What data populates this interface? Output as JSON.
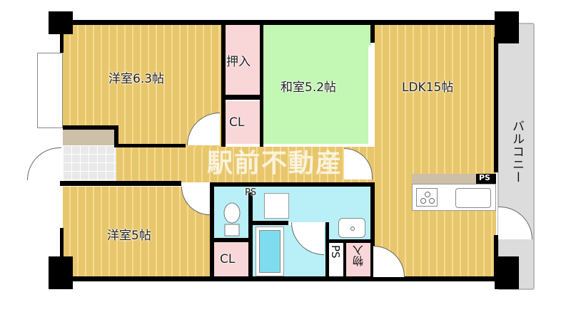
{
  "floorplan": {
    "rooms": {
      "western_room_1": "洋室6.3帖",
      "japanese_room": "和室5.2帖",
      "ldk": "LDK15帖",
      "western_room_2": "洋室5帖",
      "balcony": "バルコニー"
    },
    "storage": {
      "oshiire": "押入",
      "closet_1": "CL",
      "closet_2": "CL",
      "monoire": "物入"
    },
    "utility": {
      "ps_1": "PS",
      "ps_2": "PS",
      "ps_3": "PS"
    },
    "watermark": "駅前不動産",
    "colors": {
      "wood_floor": "#e8c66c",
      "tatami": "#c2f7b4",
      "storage": "#f9d6d8",
      "wet_area": "#b9f0f7",
      "balcony": "#dcdcdc",
      "wall": "#000000"
    }
  }
}
